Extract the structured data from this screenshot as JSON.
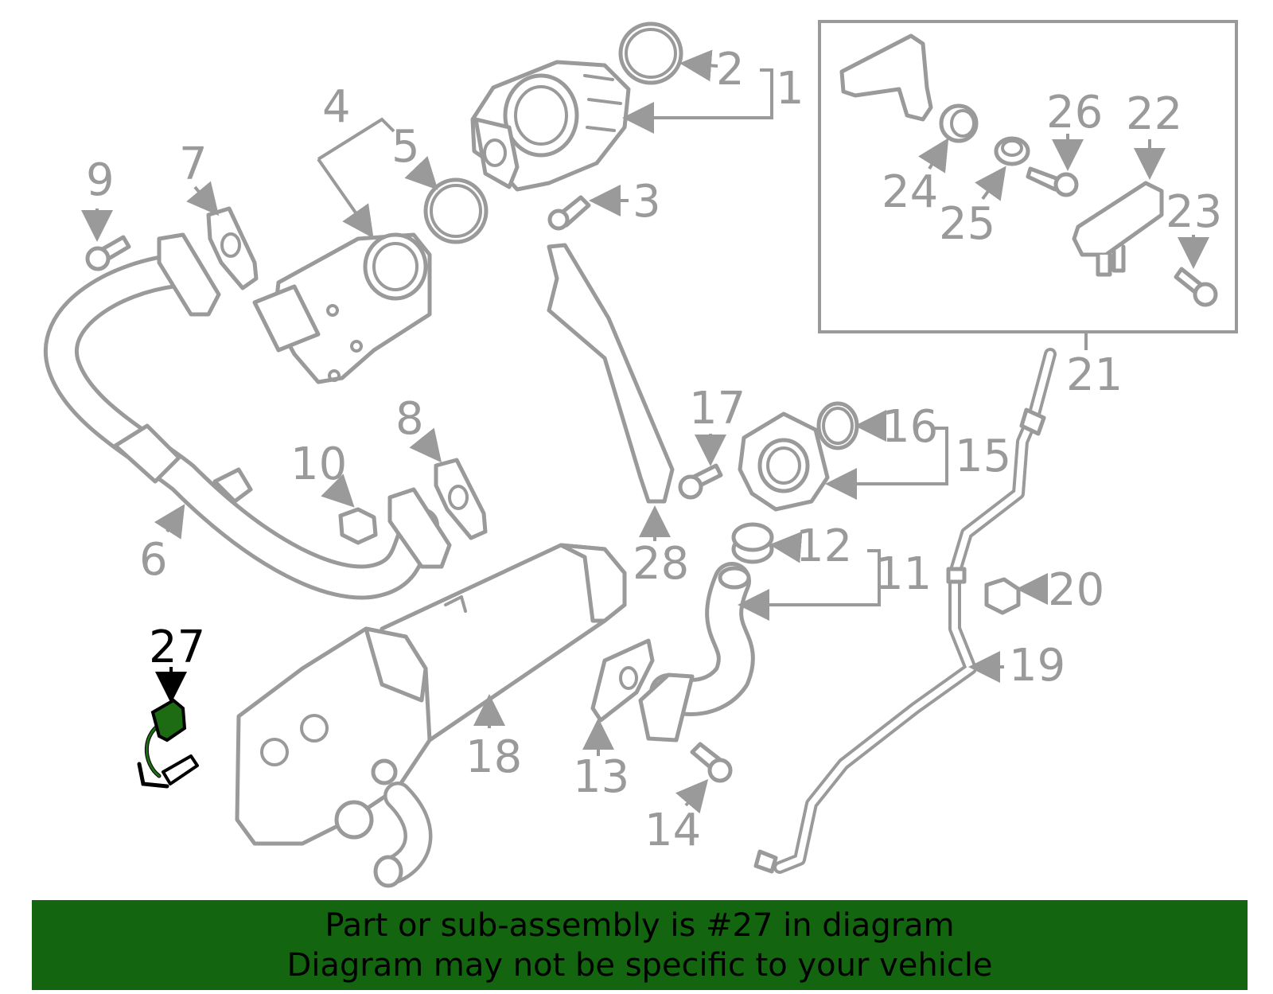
{
  "diagram": {
    "callouts": [
      "1",
      "2",
      "3",
      "4",
      "5",
      "6",
      "7",
      "8",
      "9",
      "10",
      "11",
      "12",
      "13",
      "14",
      "15",
      "16",
      "17",
      "18",
      "19",
      "20",
      "21",
      "22",
      "23",
      "24",
      "25",
      "26",
      "27",
      "28"
    ],
    "highlighted_part": "27",
    "highlight_color": "#1d6b12",
    "line_color": "#9a9a9a"
  },
  "banner": {
    "line1": "Part or sub-assembly is #27 in diagram",
    "line2": "Diagram may not be specific to your vehicle",
    "background": "#146510"
  }
}
